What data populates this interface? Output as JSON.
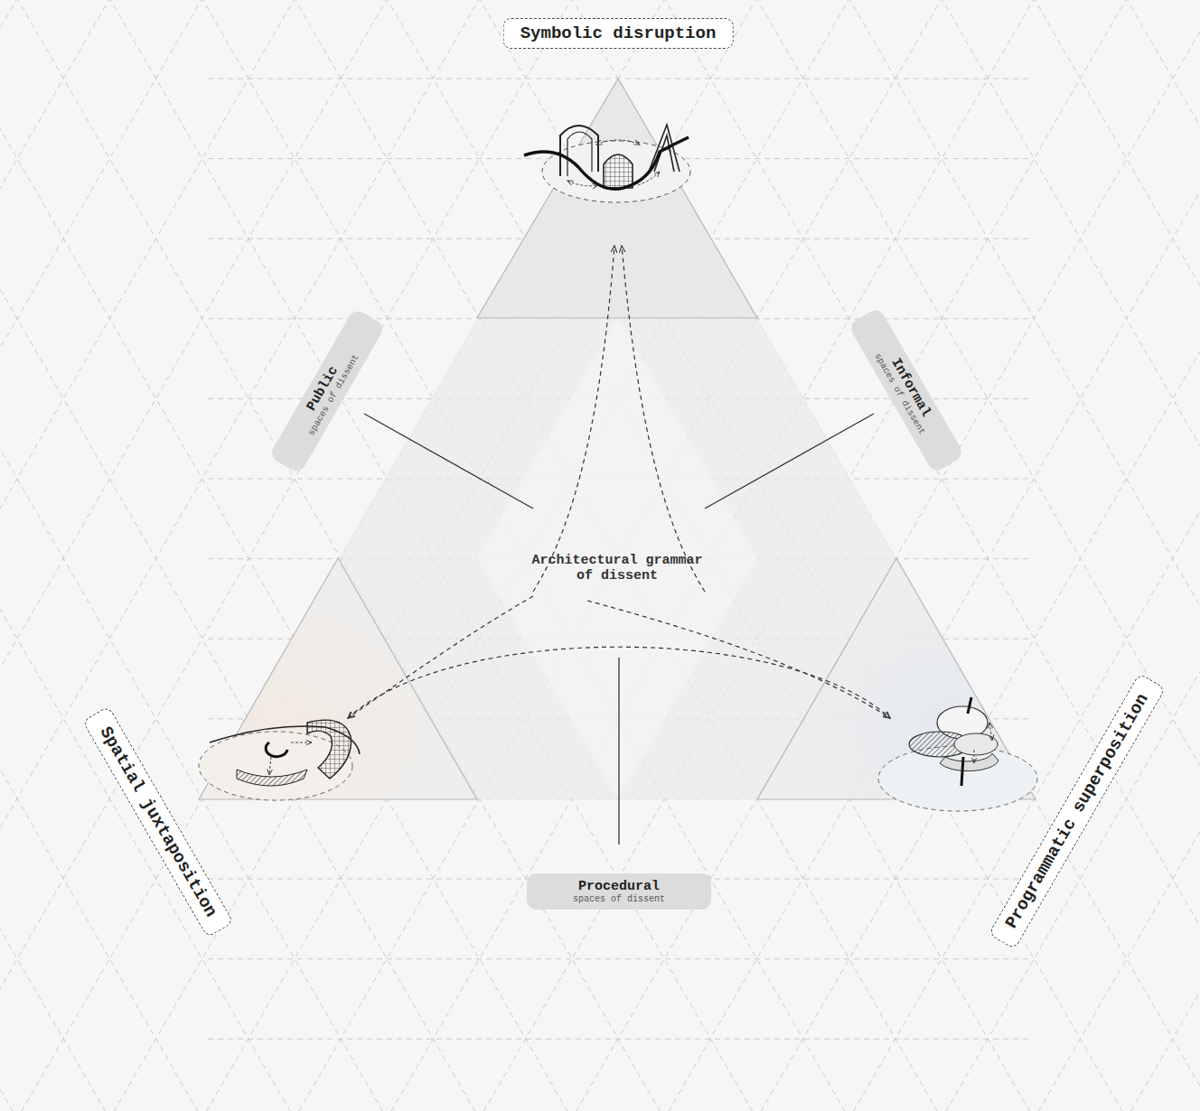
{
  "diagram": {
    "nodes": [
      {
        "text": [
          "Symbolic disruption"
        ]
      },
      {
        "text": [
          "Public",
          "spaces of dissent"
        ]
      },
      {
        "text": [
          "Informal",
          "spaces of dissent"
        ]
      },
      {
        "text": [
          "Spatial juxtaposition"
        ]
      },
      {
        "text": [
          "Procedural",
          "spaces of dissent"
        ]
      },
      {
        "text": [
          "Programmatic superposition"
        ]
      }
    ],
    "labels": [
      "Architectural grammar of dissent"
    ]
  }
}
